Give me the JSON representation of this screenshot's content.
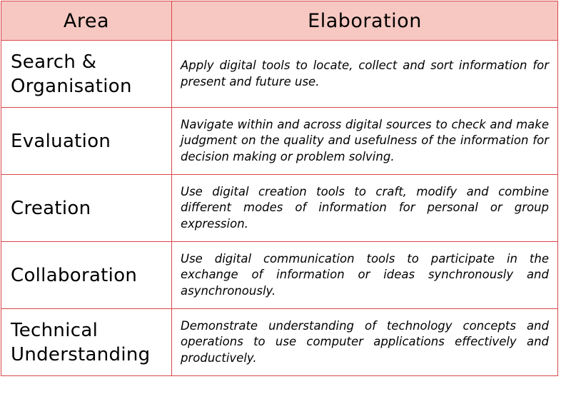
{
  "header": {
    "area": "Area",
    "elaboration": "Elaboration"
  },
  "rows": [
    {
      "area_lines": [
        "Search &",
        "Organisation"
      ],
      "elaboration": "Apply digital tools to locate, collect and sort information for present and future use."
    },
    {
      "area_lines": [
        "Evaluation"
      ],
      "elaboration": "Navigate within and across digital sources to check and make judgment on the quality and usefulness of the information for decision making or problem solving."
    },
    {
      "area_lines": [
        "Creation"
      ],
      "elaboration": "Use digital creation tools to craft, modify and combine different modes of information for personal or group expression."
    },
    {
      "area_lines": [
        "Collaboration"
      ],
      "elaboration": "Use digital communication tools to participate in the exchange of information or ideas synchronously and asynchronously."
    },
    {
      "area_lines": [
        "Technical",
        "Understanding"
      ],
      "elaboration": "Demonstrate understanding of technology concepts and operations to use computer applications effectively and productively."
    }
  ],
  "colors": {
    "border": "#d9474a",
    "header_background": "#f6c8c1"
  }
}
